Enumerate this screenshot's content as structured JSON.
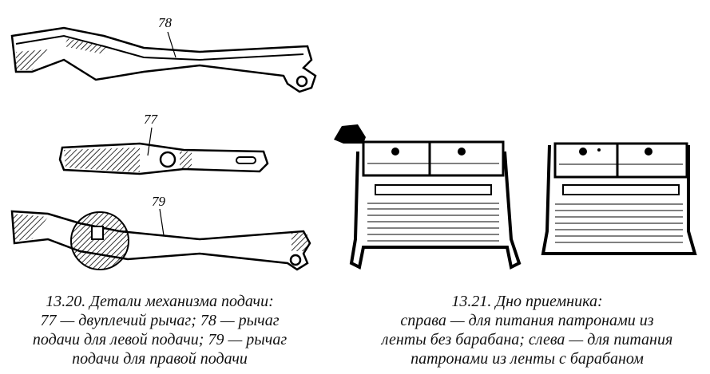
{
  "figure_13_20": {
    "labels": {
      "part78": "78",
      "part77": "77",
      "part79": "79"
    },
    "caption": [
      "13.20. Детали механизма подачи:",
      "77 — двуплечий рычаг; 78 — рычаг",
      "подачи для левой подачи; 79 — рычаг",
      "подачи для правой подачи"
    ]
  },
  "figure_13_21": {
    "caption": [
      "13.21. Дно приемника:",
      "справа — для питания патронами из",
      "ленты без барабана; слева — для питания",
      "патронами из ленты с барабаном"
    ]
  }
}
